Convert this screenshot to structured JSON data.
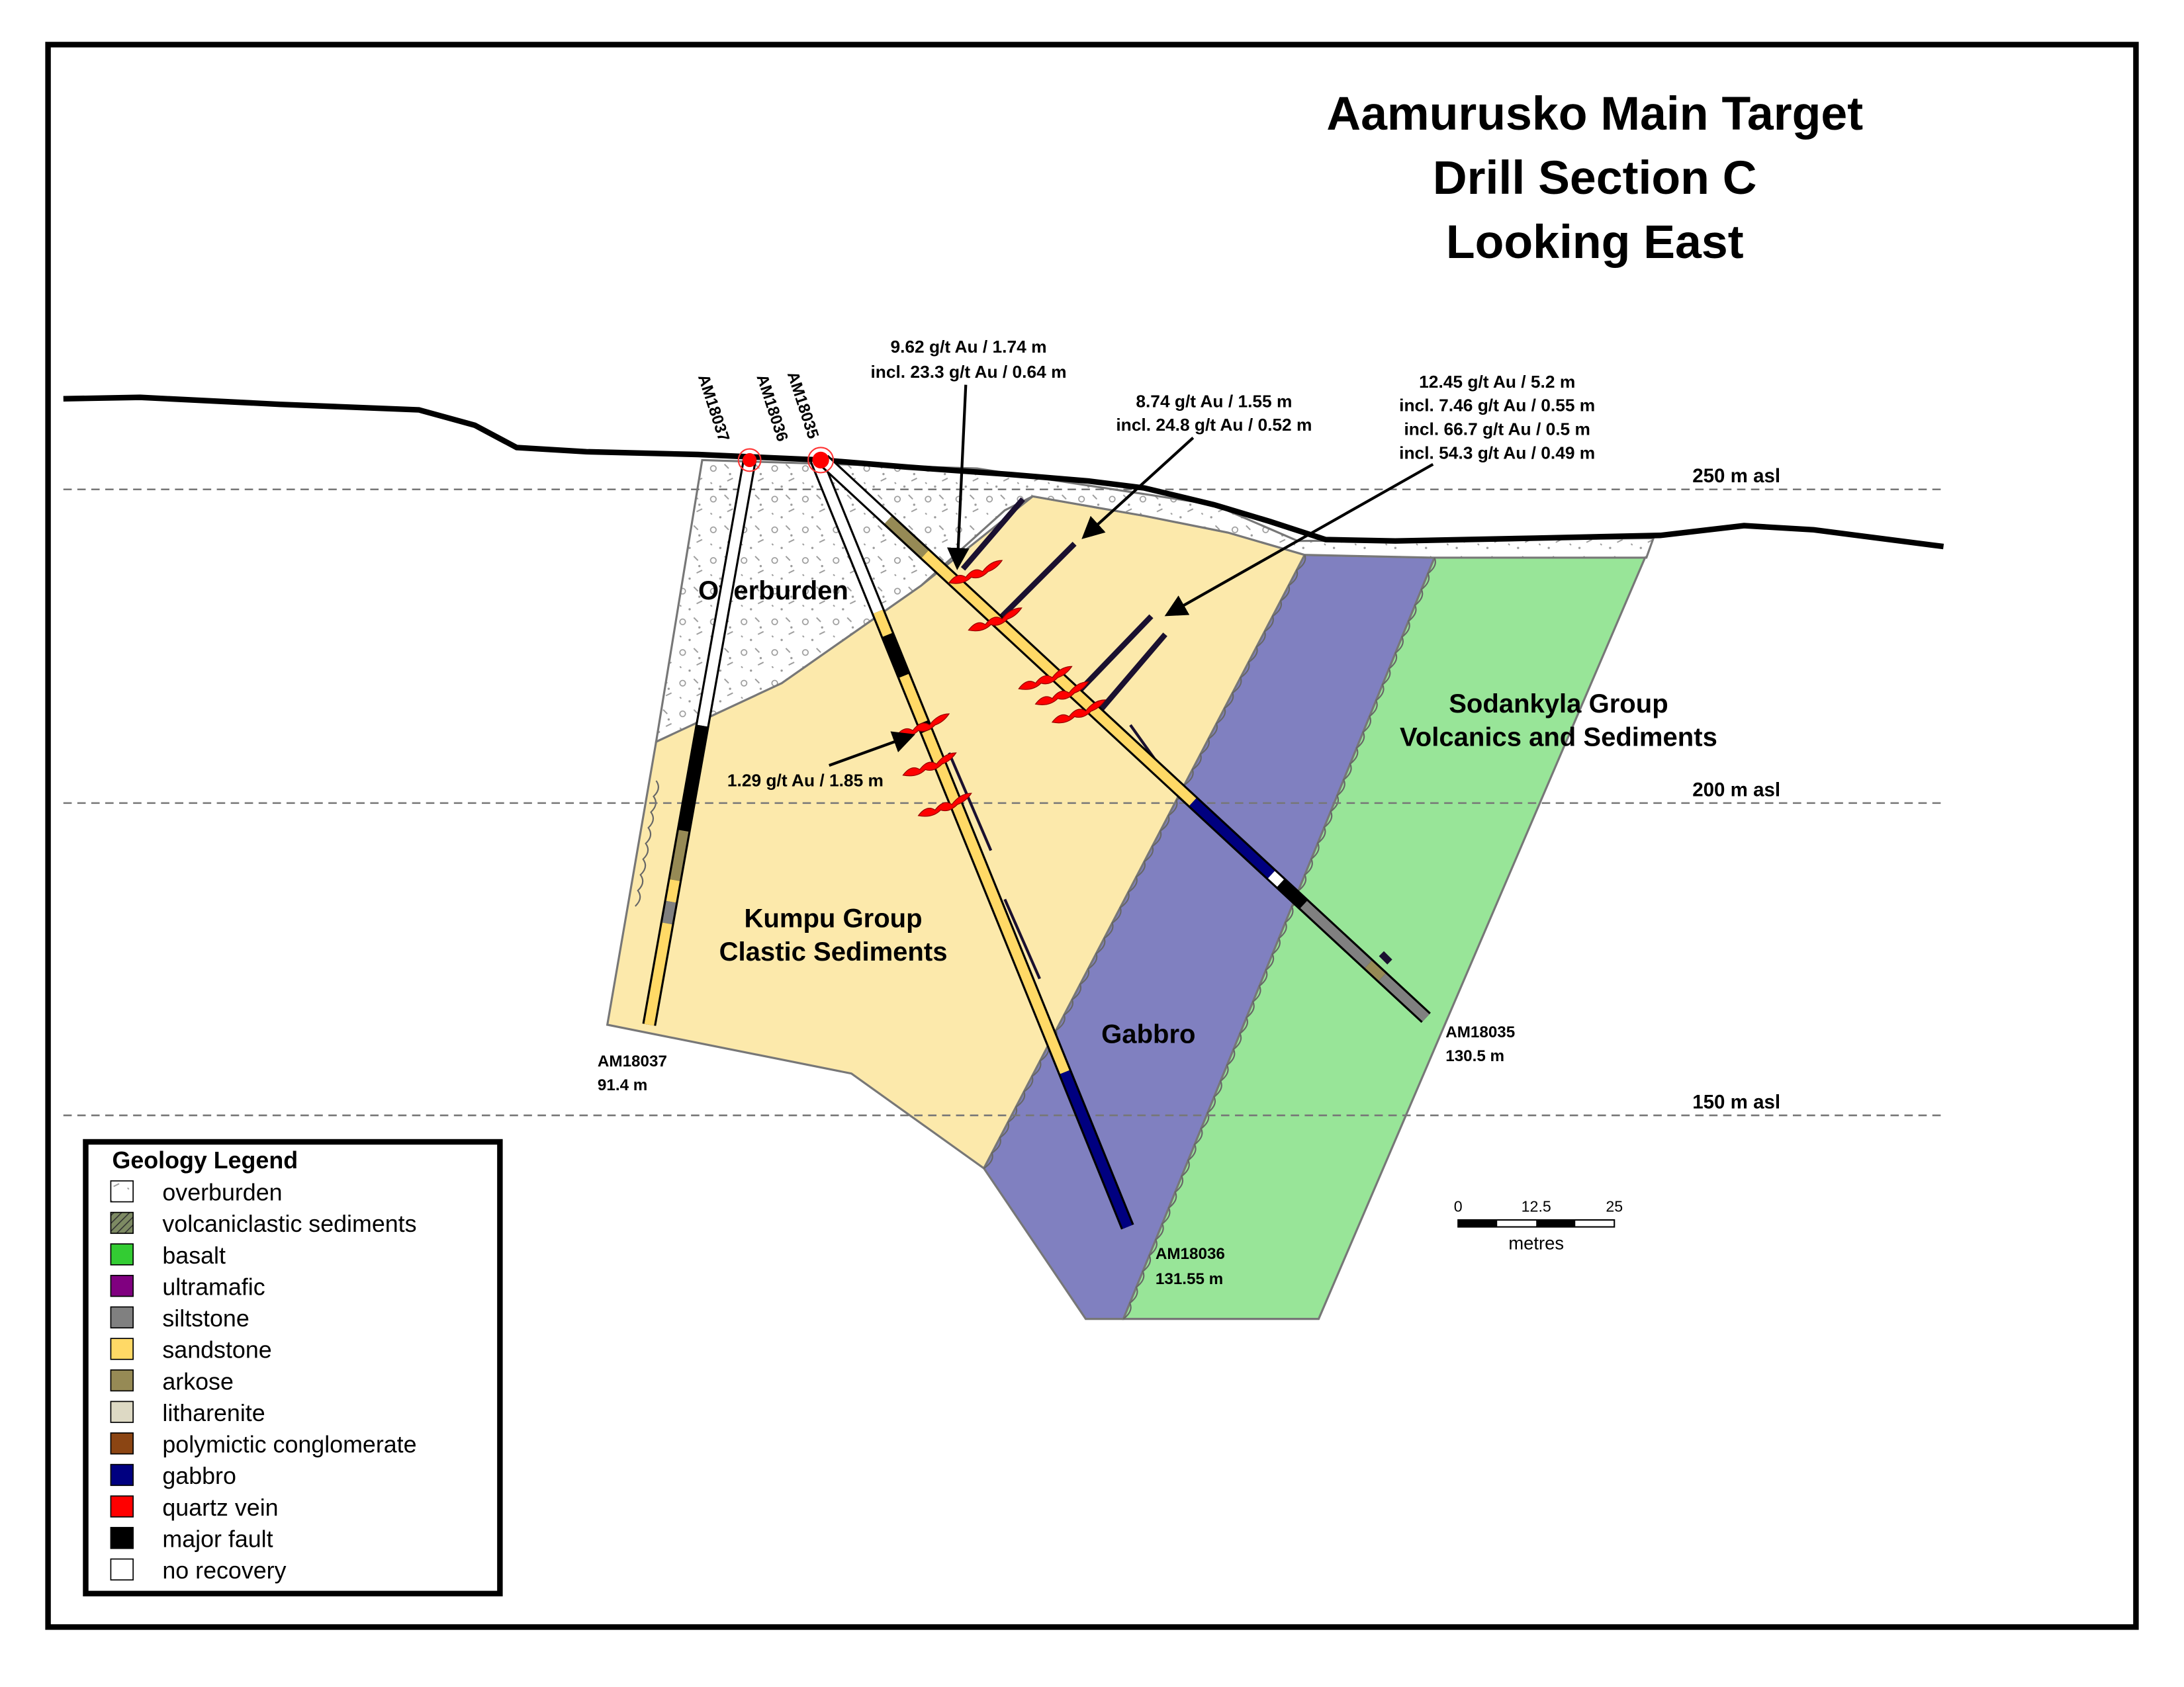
{
  "title": [
    "Aamurusko Main Target",
    "Drill Section C",
    "Looking East"
  ],
  "elevations": [
    "250 m asl",
    "200 m asl",
    "150 m asl"
  ],
  "units": {
    "overburden": "Overburden",
    "kumpu": [
      "Kumpu Group",
      "Clastic Sediments"
    ],
    "gabbro": "Gabbro",
    "sodankyla": [
      "Sodankyla Group",
      "Volcanics and Sediments"
    ]
  },
  "holes": [
    {
      "name": "AM18037",
      "depth": "91.4 m",
      "depth_m": 91.4,
      "intervals": [
        [
          0,
          43,
          "no recovery"
        ],
        [
          43,
          60,
          "major fault"
        ],
        [
          60,
          68,
          "arkose"
        ],
        [
          68,
          71.5,
          "sandstone"
        ],
        [
          71.5,
          75,
          "siltstone"
        ],
        [
          75,
          91.4,
          "sandstone"
        ]
      ]
    },
    {
      "name": "AM18036",
      "depth": "131.55 m",
      "depth_m": 131.55,
      "intervals": [
        [
          0,
          26,
          "no recovery"
        ],
        [
          26,
          30,
          "sandstone"
        ],
        [
          30,
          37,
          "major fault"
        ],
        [
          37,
          45,
          "sandstone"
        ],
        [
          45,
          46.5,
          "major fault"
        ],
        [
          46.5,
          105,
          "sandstone"
        ],
        [
          105,
          131.55,
          "gabbro"
        ]
      ]
    },
    {
      "name": "AM18035",
      "depth": "130.5 m",
      "depth_m": 130.5,
      "intervals": [
        [
          0,
          14,
          "no recovery"
        ],
        [
          14,
          22,
          "arkose"
        ],
        [
          22,
          80,
          "sandstone"
        ],
        [
          80,
          97,
          "gabbro"
        ],
        [
          97,
          99,
          "no recovery"
        ],
        [
          99,
          104,
          "major fault"
        ],
        [
          104,
          118,
          "siltstone"
        ],
        [
          118,
          121,
          "arkose"
        ],
        [
          121,
          130.5,
          "siltstone"
        ]
      ]
    }
  ],
  "assays": [
    [
      "9.62 g/t Au / 1.74 m",
      "incl. 23.3 g/t Au / 0.64 m"
    ],
    [
      "8.74 g/t Au / 1.55 m",
      "incl. 24.8 g/t Au / 0.52 m"
    ],
    [
      "12.45 g/t Au / 5.2 m",
      "incl. 7.46 g/t Au / 0.55 m",
      "incl. 66.7 g/t Au / 0.5 m",
      "incl. 54.3 g/t Au / 0.49 m"
    ],
    [
      "1.29 g/t Au / 1.85 m"
    ]
  ],
  "scale": {
    "ticks": [
      "0",
      "12.5",
      "25"
    ],
    "unit": "metres"
  },
  "legend": {
    "title": "Geology Legend",
    "items": [
      {
        "label": "overburden",
        "color": "#ffffff"
      },
      {
        "label": "volcaniclastic sediments",
        "color": "#5f6b4a"
      },
      {
        "label": "basalt",
        "color": "#33cc33"
      },
      {
        "label": "ultramafic",
        "color": "#800080"
      },
      {
        "label": "siltstone",
        "color": "#808080"
      },
      {
        "label": "sandstone",
        "color": "#ffd966"
      },
      {
        "label": "arkose",
        "color": "#968a55"
      },
      {
        "label": "litharenite",
        "color": "#ddd9c4"
      },
      {
        "label": "polymictic conglomerate",
        "color": "#8b4513"
      },
      {
        "label": "gabbro",
        "color": "#000080"
      },
      {
        "label": "quartz vein",
        "color": "#ff0000"
      },
      {
        "label": "major fault",
        "color": "#000000"
      },
      {
        "label": "no recovery",
        "color": "#ffffff"
      }
    ]
  },
  "colors": {
    "kumpu": "#fce9ab",
    "gabbro_unit": "#8080c0",
    "sodankyla": "#98e598"
  }
}
